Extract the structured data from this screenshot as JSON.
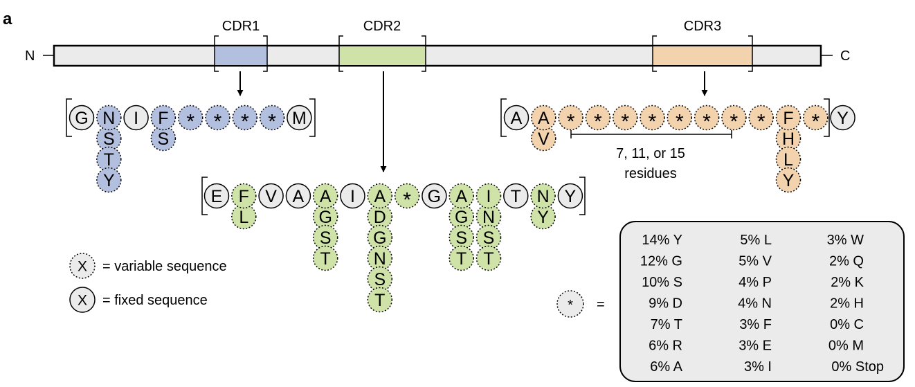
{
  "panel_label": "a",
  "chain": {
    "n_label": "N",
    "c_label": "C"
  },
  "colors": {
    "chain_fill": "#ebebeb",
    "cdr1": "#b3bfde",
    "cdr2": "#cfe3a8",
    "cdr3": "#f3d2ae",
    "fixed_fill": "#ebebeb",
    "variable_fill": "#ebebeb",
    "table_fill": "#ebebeb"
  },
  "cdrs": [
    {
      "name": "CDR1"
    },
    {
      "name": "CDR2"
    },
    {
      "name": "CDR3"
    }
  ],
  "cdr1_sequence": [
    {
      "res": "G",
      "var": false,
      "alts": []
    },
    {
      "res": "N",
      "var": true,
      "alts": [
        "S",
        "T",
        "Y"
      ]
    },
    {
      "res": "I",
      "var": false,
      "alts": []
    },
    {
      "res": "F",
      "var": true,
      "alts": [
        "S"
      ]
    },
    {
      "res": "*",
      "var": true,
      "alts": []
    },
    {
      "res": "*",
      "var": true,
      "alts": []
    },
    {
      "res": "*",
      "var": true,
      "alts": []
    },
    {
      "res": "*",
      "var": true,
      "alts": []
    },
    {
      "res": "M",
      "var": false,
      "alts": []
    }
  ],
  "cdr2_sequence": [
    {
      "res": "E",
      "var": false,
      "alts": []
    },
    {
      "res": "F",
      "var": true,
      "alts": [
        "L"
      ]
    },
    {
      "res": "V",
      "var": false,
      "alts": []
    },
    {
      "res": "A",
      "var": false,
      "alts": []
    },
    {
      "res": "A",
      "var": true,
      "alts": [
        "G",
        "S",
        "T"
      ]
    },
    {
      "res": "I",
      "var": false,
      "alts": []
    },
    {
      "res": "A",
      "var": true,
      "alts": [
        "D",
        "G",
        "N",
        "S",
        "T"
      ]
    },
    {
      "res": "*",
      "var": true,
      "alts": []
    },
    {
      "res": "G",
      "var": false,
      "alts": []
    },
    {
      "res": "A",
      "var": true,
      "alts": [
        "G",
        "S",
        "T"
      ]
    },
    {
      "res": "I",
      "var": true,
      "alts": [
        "N",
        "S",
        "T"
      ]
    },
    {
      "res": "T",
      "var": false,
      "alts": []
    },
    {
      "res": "N",
      "var": true,
      "alts": [
        "Y"
      ]
    },
    {
      "res": "Y",
      "var": false,
      "alts": []
    }
  ],
  "cdr3_sequence": [
    {
      "res": "A",
      "var": false,
      "alts": []
    },
    {
      "res": "A",
      "var": true,
      "alts": [
        "V"
      ]
    },
    {
      "res": "*",
      "var": true,
      "alts": []
    },
    {
      "res": "*",
      "var": true,
      "alts": []
    },
    {
      "res": "*",
      "var": true,
      "alts": []
    },
    {
      "res": "*",
      "var": true,
      "alts": []
    },
    {
      "res": "*",
      "var": true,
      "alts": []
    },
    {
      "res": "*",
      "var": true,
      "alts": []
    },
    {
      "res": "*",
      "var": true,
      "alts": []
    },
    {
      "res": "*",
      "var": true,
      "alts": []
    },
    {
      "res": "F",
      "var": true,
      "alts": [
        "H",
        "L",
        "Y"
      ]
    },
    {
      "res": "*",
      "var": true,
      "alts": []
    },
    {
      "res": "Y",
      "var": false,
      "alts": []
    }
  ],
  "cdr3_length_note": {
    "line1": "7, 11, or 15",
    "line2": "residues"
  },
  "legend": {
    "variable_symbol": "X",
    "variable_text": "= variable sequence",
    "fixed_symbol": "X",
    "fixed_text": "= fixed sequence"
  },
  "star_legend": {
    "symbol": "*",
    "equals": "="
  },
  "composition_table": [
    [
      "14% Y",
      "5% L",
      "3% W"
    ],
    [
      "12% G",
      "5% V",
      "2% Q"
    ],
    [
      "10% S",
      "4% P",
      "2% K"
    ],
    [
      "9% D",
      "4% N",
      "2% H"
    ],
    [
      "7% T",
      "3% F",
      "0% C"
    ],
    [
      "6% R",
      "3% E",
      "0% M"
    ],
    [
      "6% A",
      "3% I",
      "0% Stop"
    ]
  ]
}
